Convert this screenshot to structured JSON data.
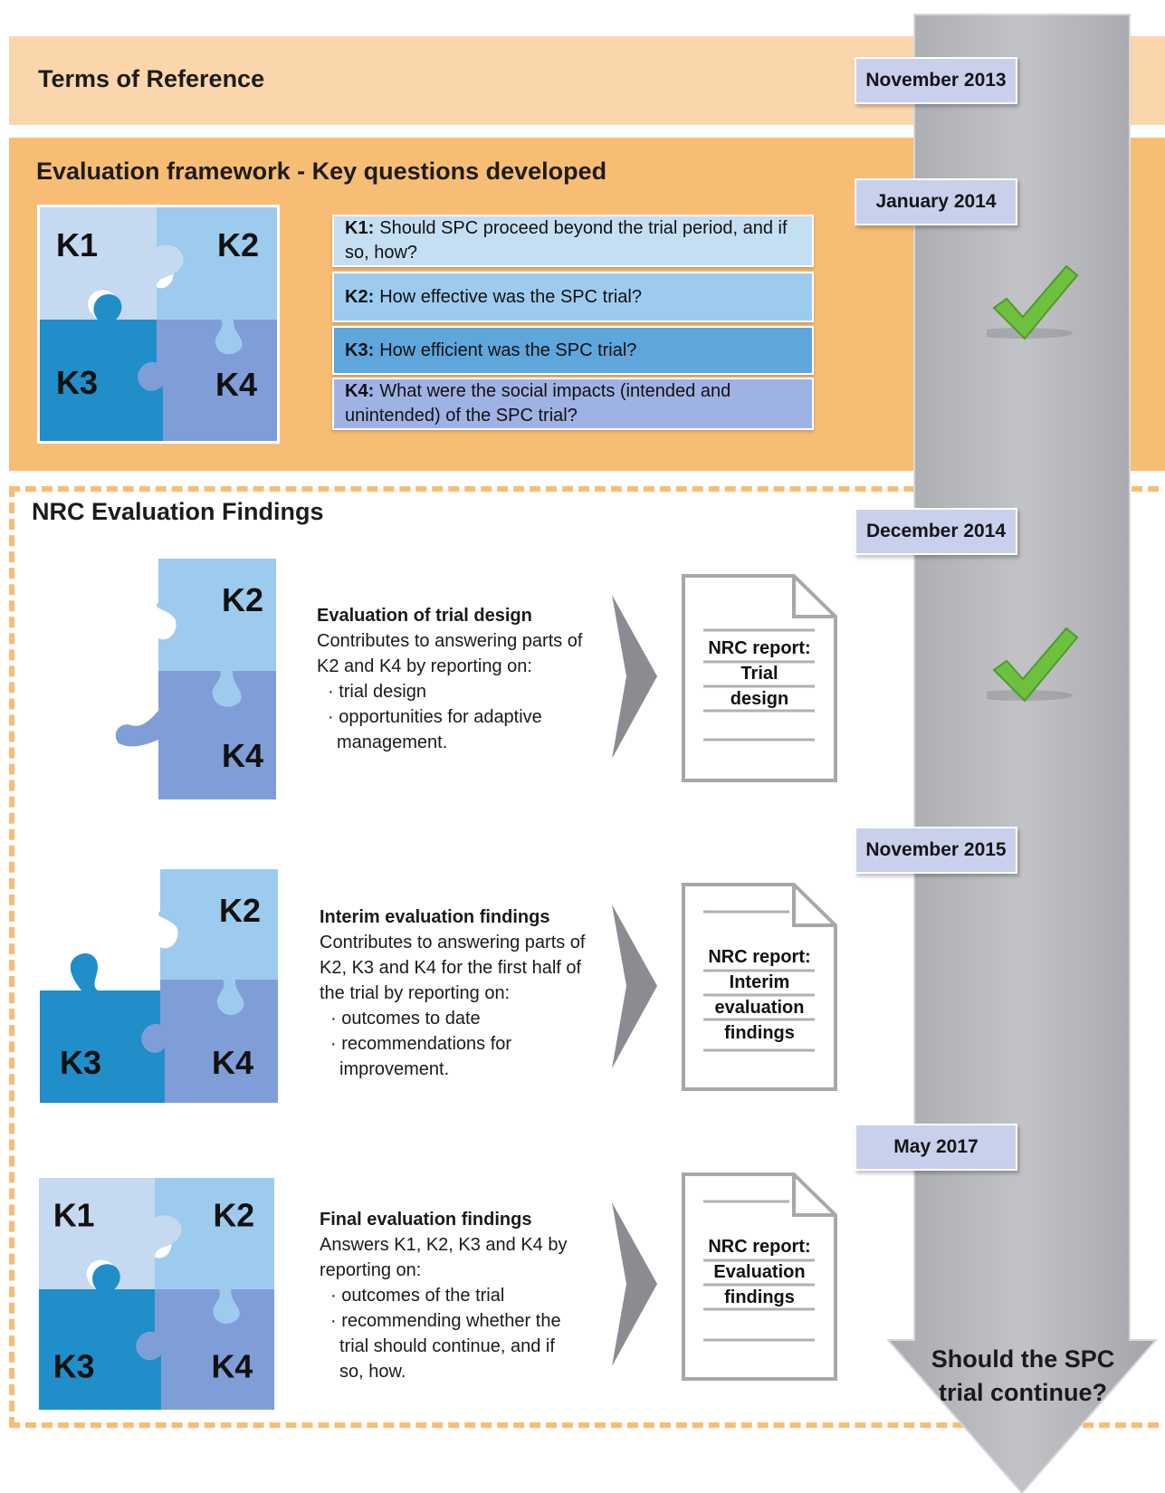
{
  "terms": {
    "title": "Terms of Reference",
    "date": "November 2013"
  },
  "framework": {
    "title": "Evaluation framework - Key questions developed",
    "date": "January 2014",
    "questions": [
      {
        "code": "K1:",
        "text": "Should SPC proceed beyond the trial period, and if so, how?"
      },
      {
        "code": "K2:",
        "text": "How effective was the SPC trial?"
      },
      {
        "code": "K3:",
        "text": "How efficient was the SPC trial?"
      },
      {
        "code": "K4:",
        "text": "What were the social impacts (intended and unintended) of the SPC trial?"
      }
    ]
  },
  "findings": {
    "title": "NRC Evaluation Findings",
    "items": [
      {
        "date": "December 2014",
        "heading": "Evaluation of trial design",
        "lines": [
          "Contributes to answering parts of",
          "K2 and K4 by reporting on:"
        ],
        "bullets": [
          "· trial design",
          "· opportunities for adaptive",
          "  management."
        ],
        "report": [
          "NRC report:",
          "Trial",
          "design"
        ]
      },
      {
        "date": "November 2015",
        "heading": "Interim evaluation findings",
        "lines": [
          "Contributes to answering parts of",
          "K2, K3 and K4 for the first half of",
          "the trial by reporting on:"
        ],
        "bullets": [
          "· outcomes to date",
          "· recommendations for",
          "  improvement."
        ],
        "report": [
          "NRC report:",
          "Interim",
          "evaluation",
          "findings"
        ]
      },
      {
        "date": "May 2017",
        "heading": "Final evaluation findings",
        "lines": [
          "Answers K1, K2, K3 and K4 by",
          "reporting on:"
        ],
        "bullets": [
          "· outcomes of the trial",
          "· recommending whether the",
          "  trial should continue, and if",
          "  so, how."
        ],
        "report": [
          "NRC report:",
          "Evaluation",
          "findings"
        ]
      }
    ]
  },
  "puzzle_labels": {
    "k1": "K1",
    "k2": "K2",
    "k3": "K3",
    "k4": "K4"
  },
  "conclusion": [
    "Should the SPC",
    "trial continue?"
  ],
  "colors": {
    "tor_band": "#fbd6ad",
    "eval_band": "#f8bd74",
    "timeline_arrow": "#b8b9bd",
    "date_box": "#c9d0ec",
    "k1": "#c5d9f0",
    "k2": "#9ccbee",
    "k3": "#1f8ec9",
    "k4": "#7f9ed8",
    "check": "#6ec13f",
    "chevron": "#8a8c91"
  }
}
